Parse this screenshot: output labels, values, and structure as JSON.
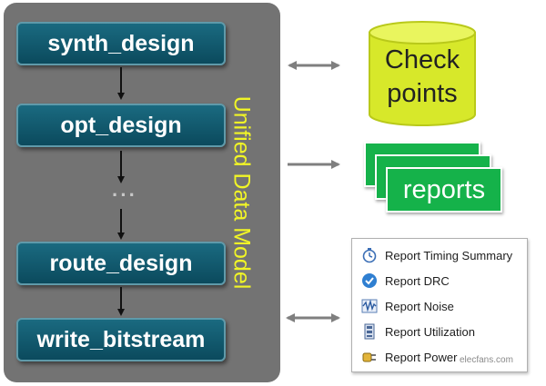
{
  "flow": {
    "steps": [
      "synth_design",
      "opt_design",
      "route_design",
      "write_bitstream"
    ],
    "ellipsis": "···",
    "model_label": "Unified Data Model"
  },
  "checkpoints": {
    "line1": "Check",
    "line2": "points"
  },
  "reports": {
    "label": "reports"
  },
  "menu": {
    "items": [
      {
        "label": "Report Timing Summary",
        "icon": "stopwatch-icon"
      },
      {
        "label": "Report DRC",
        "icon": "checkmark-icon"
      },
      {
        "label": "Report Noise",
        "icon": "waveform-icon"
      },
      {
        "label": "Report Utilization",
        "icon": "chip-icon"
      },
      {
        "label": "Report Power",
        "icon": "power-plug-icon"
      }
    ]
  },
  "watermark": "elecfans.com",
  "colors": {
    "panel": "#737373",
    "step_fill": "#0b4a5d",
    "model_label": "#f1f526",
    "cylinder": "#d7e82a",
    "reports_card": "#15b24a",
    "arrow": "#7f7f7f"
  }
}
